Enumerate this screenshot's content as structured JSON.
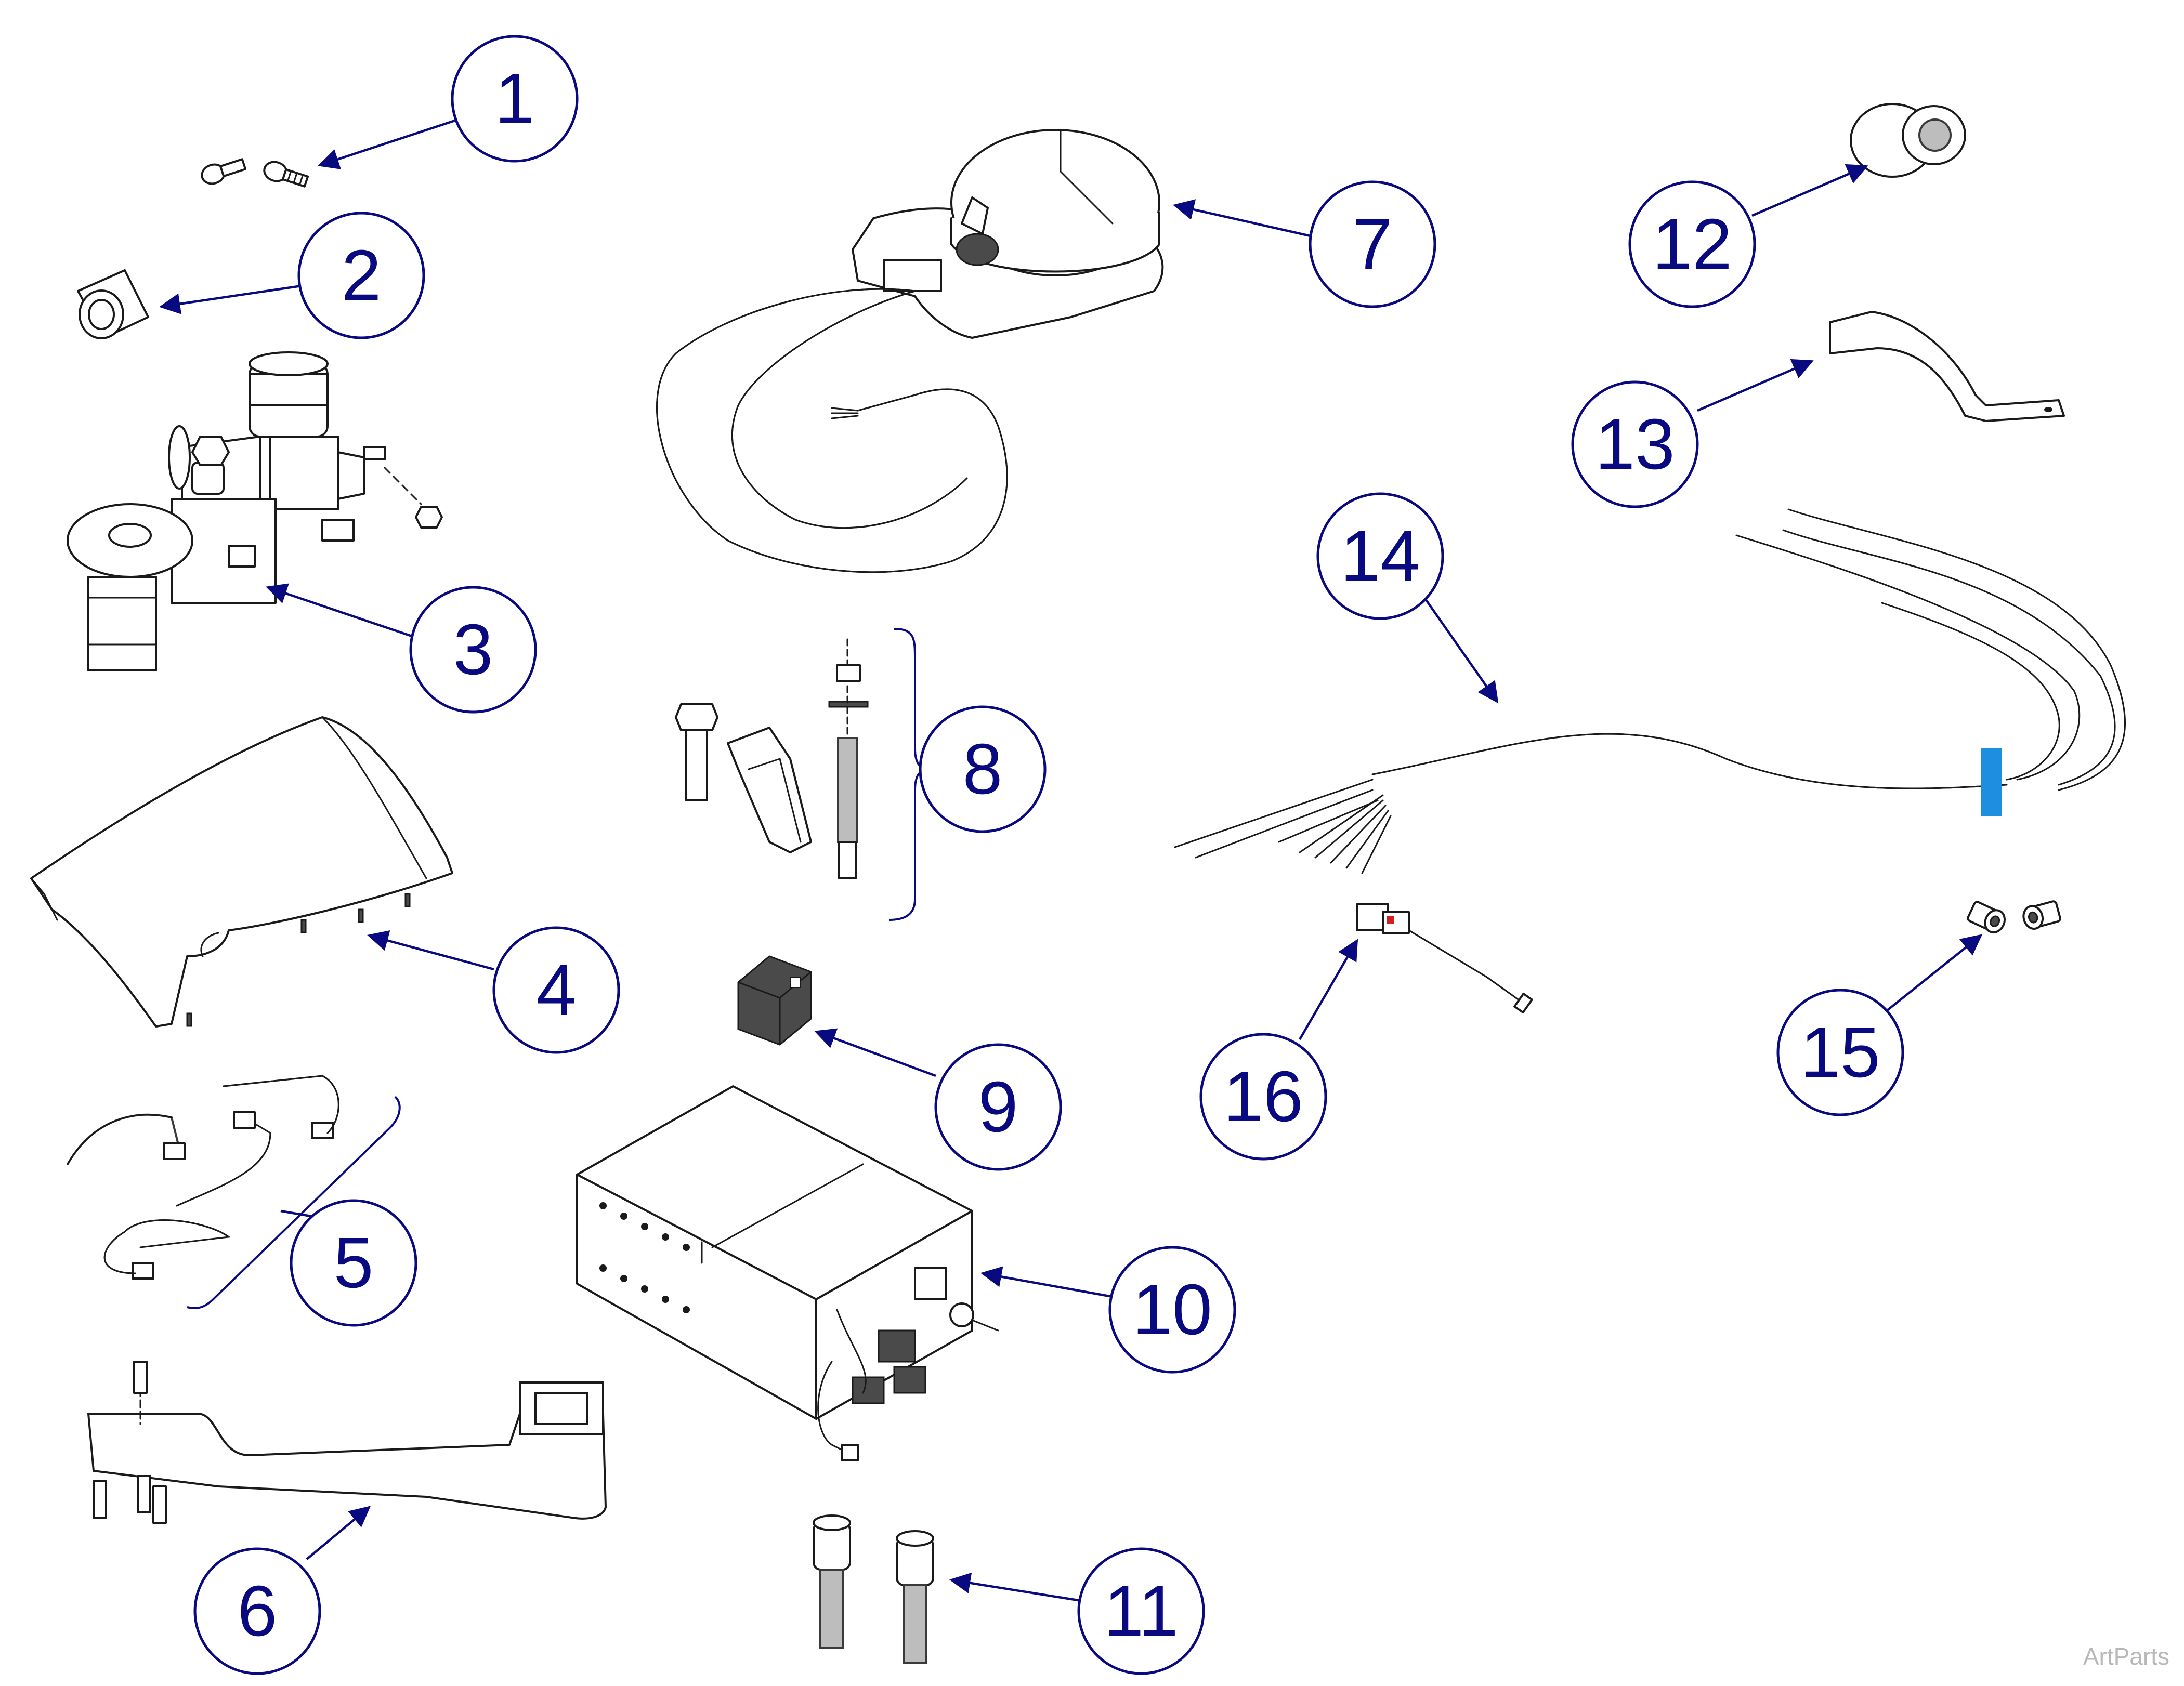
{
  "callouts": [
    "1",
    "2",
    "3",
    "4",
    "5",
    "6",
    "7",
    "8",
    "9",
    "10",
    "11",
    "12",
    "13",
    "14",
    "15",
    "16"
  ],
  "watermark": "ArtParts",
  "colors": {
    "callout": "#0a0a80",
    "part_outline": "#1a1a1a",
    "harness_gray": "#9e9e9e",
    "harness_band": "#1e8fe0",
    "ground_wire": "#6ad02a",
    "wire_red": "#d02020"
  }
}
